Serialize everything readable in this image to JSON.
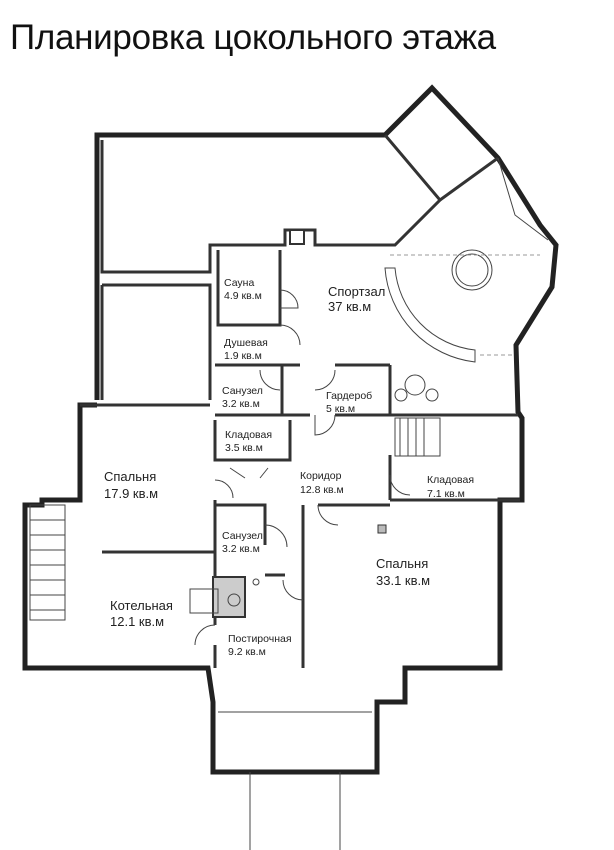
{
  "title": "Планировка цокольного этажа",
  "rooms": [
    {
      "name": "Сауна",
      "area": "4.9 кв.м"
    },
    {
      "name": "Спортзал",
      "area": "37 кв.м"
    },
    {
      "name": "Душевая",
      "area": "1.9 кв.м"
    },
    {
      "name": "Санузел",
      "area": "3.2 кв.м"
    },
    {
      "name": "Гардероб",
      "area": "5 кв.м"
    },
    {
      "name": "Кладовая",
      "area": "3.5 кв.м"
    },
    {
      "name": "Спальня",
      "area": "17.9 кв.м"
    },
    {
      "name": "Коридор",
      "area": "12.8 кв.м"
    },
    {
      "name": "Кладовая",
      "area": "7.1 кв.м"
    },
    {
      "name": "Санузел",
      "area": "3.2 кв.м"
    },
    {
      "name": "Спальня",
      "area": "33.1 кв.м"
    },
    {
      "name": "Котельная",
      "area": "12.1 кв.м"
    },
    {
      "name": "Постирочная",
      "area": "9.2 кв.м"
    }
  ]
}
